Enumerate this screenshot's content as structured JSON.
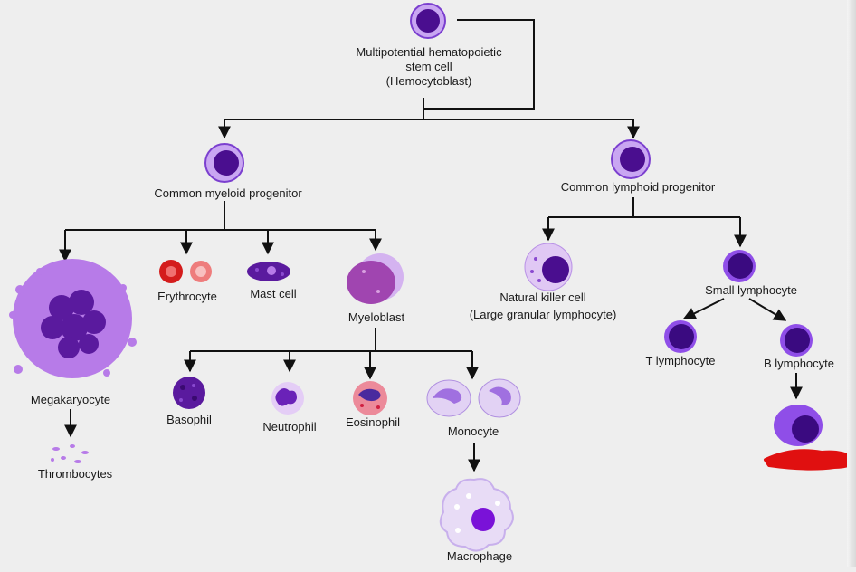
{
  "colors": {
    "background": "#eeeeee",
    "nucleus": "#4a0e8f",
    "cell_light": "#c9a6f2",
    "line": "#111111",
    "annotation": "#e01010"
  },
  "nodes": {
    "stem_cell": "Multipotential hematopoietic",
    "stem_cell_2": "stem cell",
    "stem_cell_3": "(Hemocytoblast)",
    "myeloid": "Common myeloid progenitor",
    "lymphoid": "Common lymphoid progenitor",
    "megakaryocyte": "Megakaryocyte",
    "thrombocytes": "Thrombocytes",
    "erythrocyte": "Erythrocyte",
    "mast_cell": "Mast cell",
    "myeloblast": "Myeloblast",
    "basophil": "Basophil",
    "neutrophil": "Neutrophil",
    "eosinophil": "Eosinophil",
    "monocyte": "Monocyte",
    "macrophage": "Macrophage",
    "nk_cell": "Natural killer cell",
    "nk_cell_2": "(Large granular lymphocyte)",
    "small_lymphocyte": "Small lymphocyte",
    "t_lymphocyte": "T lymphocyte",
    "b_lymphocyte": "B lymphocyte"
  }
}
